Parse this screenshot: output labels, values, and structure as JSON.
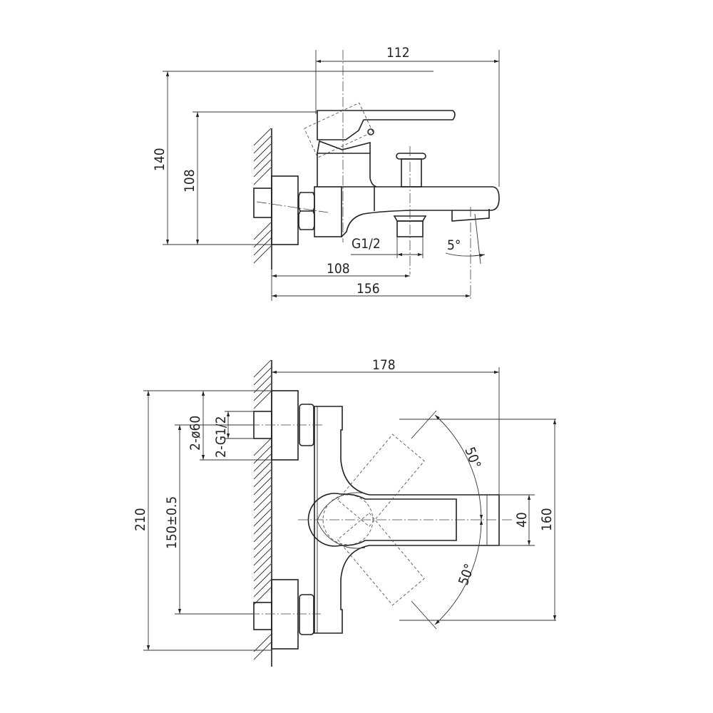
{
  "side_view": {
    "dim_handle_reach": "112",
    "dim_total_height": "140",
    "dim_lever_height": "108",
    "dim_outlet_thread": "G1/2",
    "dim_spout_angle": "5°",
    "dim_wall_to_outlet": "108",
    "dim_wall_to_spout": "156"
  },
  "top_view": {
    "dim_total_depth": "178",
    "dim_total_width": "210",
    "dim_flange_diameter": "2-ø60",
    "dim_inlet_thread": "2-G1/2",
    "dim_inlet_spacing": "150±0.5",
    "dim_angle_upper": "50°",
    "dim_angle_lower": "50°",
    "dim_spout_width": "40",
    "dim_handle_span": "160"
  },
  "colors": {
    "line": "#222222",
    "background": "#ffffff"
  }
}
